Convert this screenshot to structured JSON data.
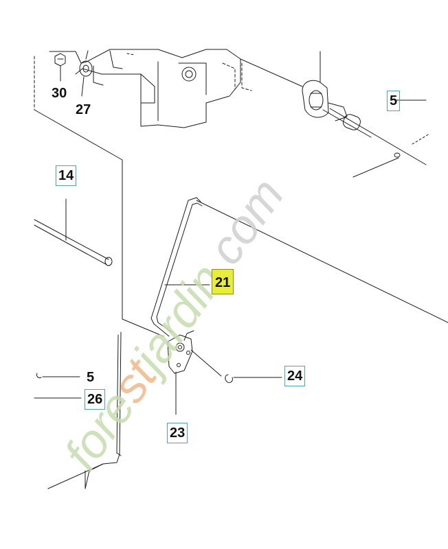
{
  "diagram": {
    "part_labels": {
      "p30": "30",
      "p27": "27",
      "p5_top": "5",
      "p14": "14",
      "p21": "21",
      "p5_left": "5",
      "p26": "26",
      "p24": "24",
      "p23": "23"
    },
    "watermark_text": "forestjardin.com",
    "colors": {
      "line": "#1a1a1a",
      "highlight": "#e7ec3d",
      "label_box": "#4aa6b8",
      "watermark_green": "#c7dcae",
      "watermark_orange": "#f0b98a",
      "watermark_gray": "#cfcfcf"
    }
  }
}
